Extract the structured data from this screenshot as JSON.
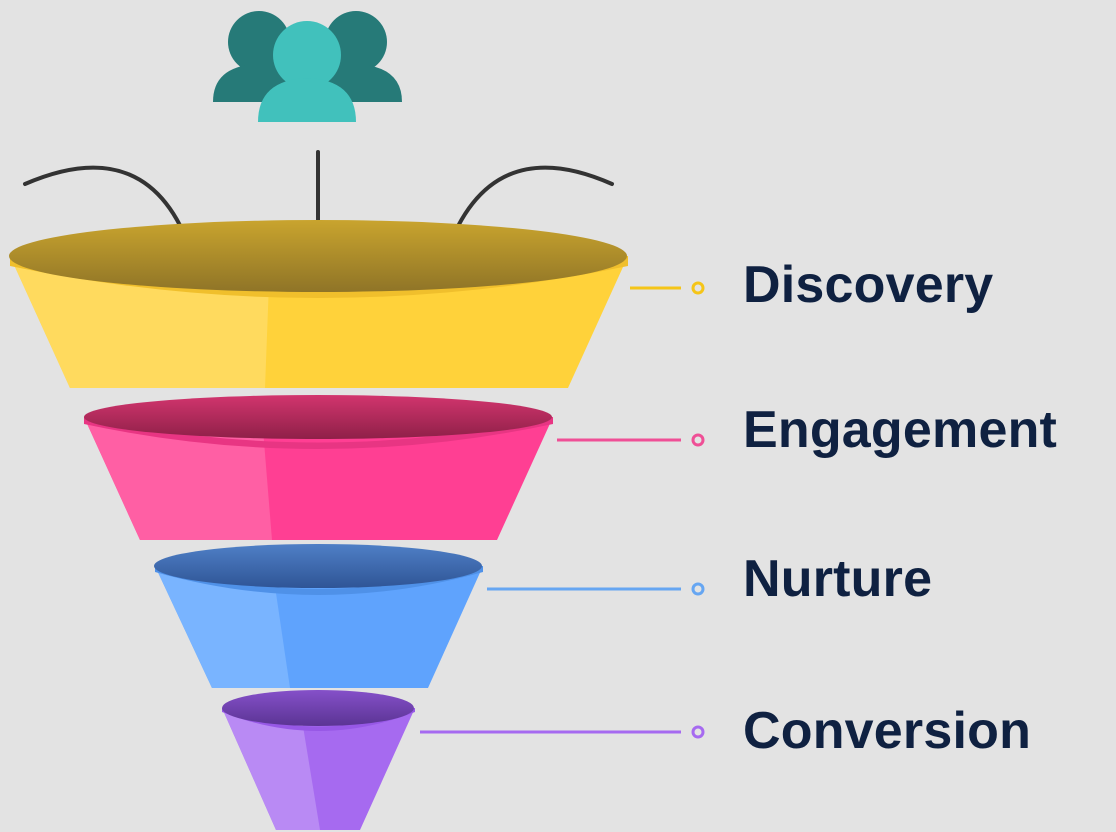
{
  "stages": [
    {
      "label": "Discovery",
      "color": "#f5c518"
    },
    {
      "label": "Engagement",
      "color": "#ef4f96"
    },
    {
      "label": "Nurture",
      "color": "#66a6f2"
    },
    {
      "label": "Conversion",
      "color": "#a66af0"
    }
  ],
  "icons": {
    "audience": "users-group-icon",
    "arrows": [
      "curved-arrow-left-icon",
      "down-arrow-icon",
      "curved-arrow-right-icon"
    ]
  },
  "colors": {
    "background": "#e3e3e3",
    "label_text": "#0f2141",
    "people_dark": "#267a78",
    "people_light": "#41c1bc",
    "arrow": "#333333"
  }
}
